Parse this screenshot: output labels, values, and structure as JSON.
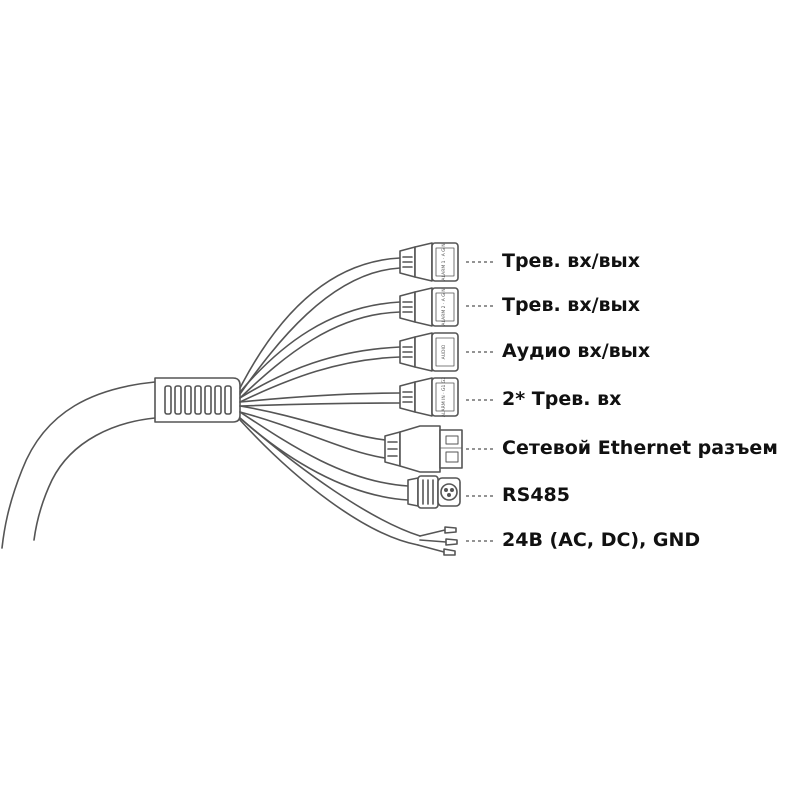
{
  "connectors": [
    {
      "label": "Трев. вх/вых",
      "plug_text": "ALARM 1\nA G N"
    },
    {
      "label": "Трев. вх/вых",
      "plug_text": "ALARM 2\nA G N"
    },
    {
      "label": "Аудио вх/вых",
      "plug_text": "AUDIO"
    },
    {
      "label": "2* Трев. вх",
      "plug_text": "ALARM IN\nG 1 G 2"
    },
    {
      "label": "Сетевой Ethernet разъем"
    },
    {
      "label": "RS485"
    },
    {
      "label": "24В (AC, DC), GND"
    }
  ],
  "colors": {
    "line": "#555555",
    "text": "#111111",
    "background": "#ffffff"
  }
}
